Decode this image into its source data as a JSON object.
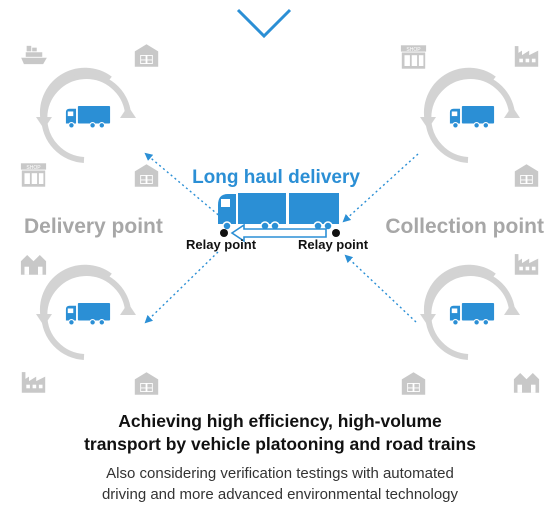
{
  "diagram": {
    "title": "Long haul delivery",
    "left_label": "Delivery point",
    "right_label": "Collection point",
    "relay_left": "Relay point",
    "relay_right": "Relay point",
    "shop_sign": "SHOP",
    "colors": {
      "accent": "#2b8fd5",
      "icon_gray": "#c8c8c8",
      "label_gray": "#a7a7a7",
      "dot": "#111111"
    }
  },
  "caption": {
    "headline": [
      "Achieving high efficiency, high-volume",
      "transport by vehicle platooning and road trains"
    ],
    "subtext": [
      "Also considering verification testings with automated",
      "driving and more advanced environmental technology"
    ]
  }
}
